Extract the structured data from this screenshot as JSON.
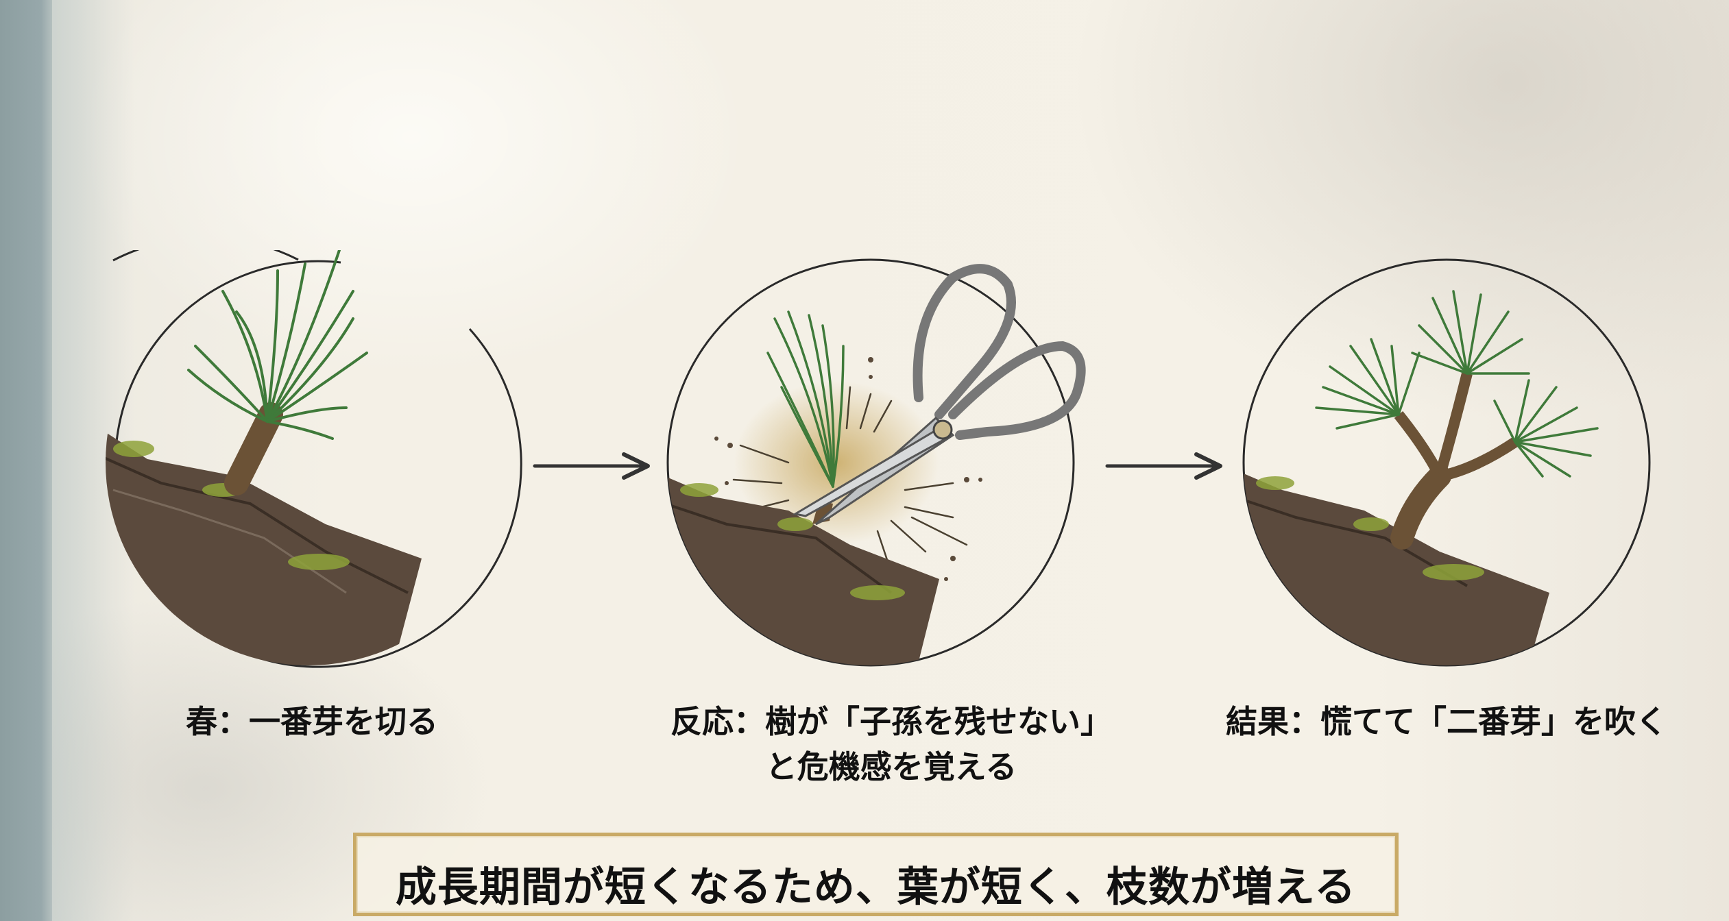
{
  "steps": [
    {
      "id": "spring-cut",
      "caption_line1": "春：一番芽を切る",
      "caption_line2": "",
      "illustration": "pine-shoot-on-branch-icon"
    },
    {
      "id": "reaction",
      "caption_line1": "反応：樹が「子孫を残せない」",
      "caption_line2": "と危機感を覚える",
      "illustration": "scissors-cutting-shoot-icon"
    },
    {
      "id": "result",
      "caption_line1": "結果：慌てて「二番芽」を吹く",
      "caption_line2": "",
      "illustration": "multiple-pine-shoots-icon"
    }
  ],
  "arrows": [
    "arrow-right-icon",
    "arrow-right-icon"
  ],
  "banner": {
    "text": "成長期間が短くなるため、葉が短く、枝数が増える"
  },
  "colors": {
    "background": "#f4f0e6",
    "left_edge": "#93a5a7",
    "ink": "#111111",
    "banner_border": "#c9aa66",
    "needle_green": "#3f7a3a",
    "bark_brown": "#5a4a3c",
    "moss": "#8ea23a",
    "burst_gold": "#c8a860"
  }
}
